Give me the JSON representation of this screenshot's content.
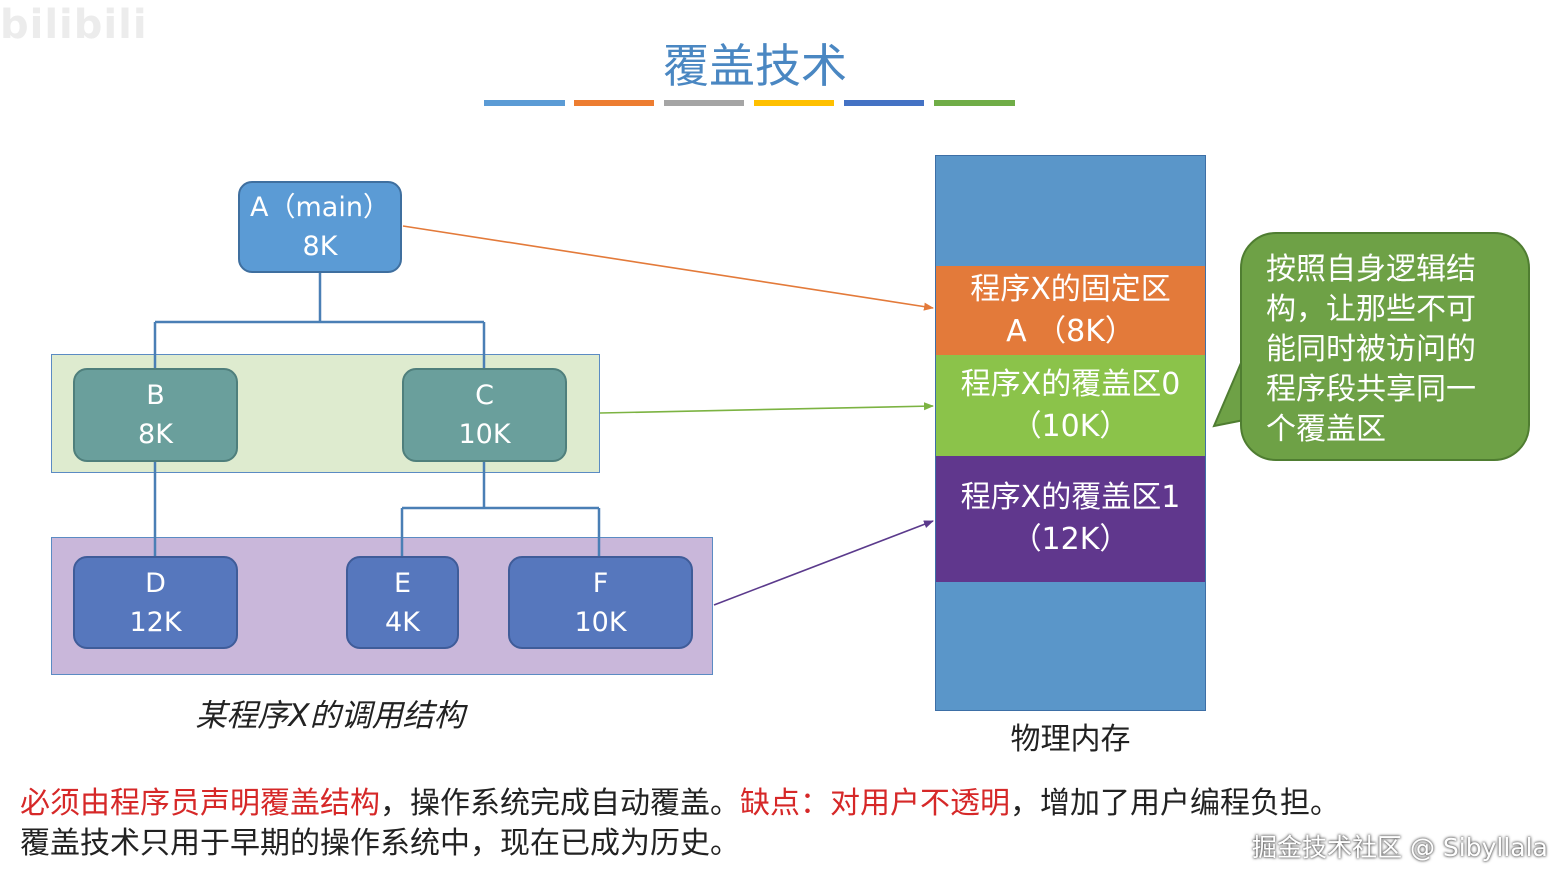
{
  "logo_text": "bilibili",
  "title": "覆盖技术",
  "title_bar_colors": [
    "#5b9bd5",
    "#ed7d31",
    "#a5a5a5",
    "#ffc000",
    "#4472c4",
    "#70ad47"
  ],
  "tree": {
    "caption": "某程序X的调用结构",
    "nodes": {
      "A": {
        "name": "A（main）",
        "size": "8K"
      },
      "B": {
        "name": "B",
        "size": "8K"
      },
      "C": {
        "name": "C",
        "size": "10K"
      },
      "D": {
        "name": "D",
        "size": "12K"
      },
      "E": {
        "name": "E",
        "size": "4K"
      },
      "F": {
        "name": "F",
        "size": "10K"
      }
    }
  },
  "memory": {
    "caption": "物理内存",
    "fixed": {
      "line1": "程序X的固定区",
      "line2": "A （8K）"
    },
    "overlay0": {
      "line1": "程序X的覆盖区0",
      "line2": "（10K）"
    },
    "overlay1": {
      "line1": "程序X的覆盖区1",
      "line2": "（12K）"
    }
  },
  "callout": {
    "lines": [
      "按照自身逻辑结",
      "构，让那些不可",
      "能同时被访问的",
      "程序段共享同一",
      "个覆盖区"
    ]
  },
  "footer": {
    "line1_red_a": "必须由程序员声明覆盖结构",
    "line1_black_a": "，操作系统完成自动覆盖。",
    "line1_red_b": "缺点：对用户不透明",
    "line1_black_b": "，增加了用户编程负担。",
    "line2": "覆盖技术只用于早期的操作系统中，现在已成为历史。"
  },
  "watermark": "掘金技术社区 @ Sibyllala",
  "colors": {
    "node_blue": "#5b9bd5",
    "node_teal": "#6a9f9c",
    "node_indigo": "#5677bd",
    "group1_bg": "#deebcf",
    "group2_bg": "#c9b7da",
    "mem_blue": "#5a96c9",
    "mem_orange": "#e37a3a",
    "mem_green": "#8bc34a",
    "mem_purple": "#60378d",
    "callout_green": "#6ea146"
  }
}
